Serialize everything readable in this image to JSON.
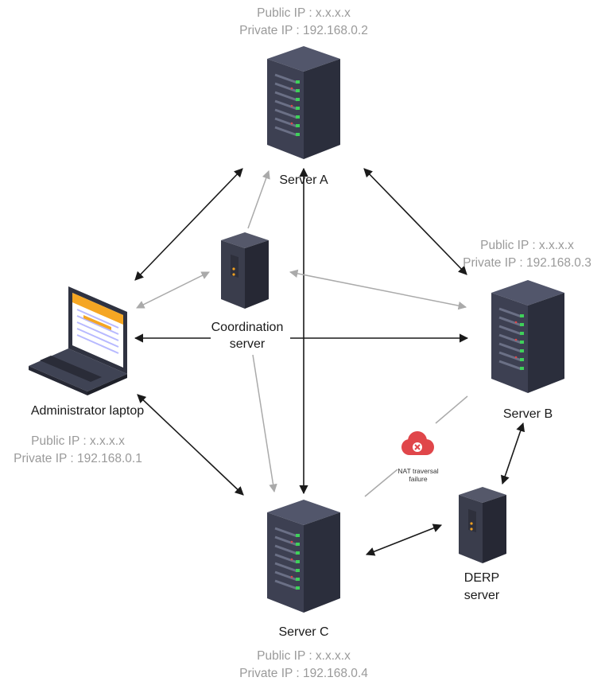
{
  "nodes": {
    "server_a": {
      "name": "Server A",
      "public_ip": "Public IP : x.x.x.x",
      "private_ip": "Private IP : 192.168.0.2"
    },
    "server_b": {
      "name": "Server B",
      "public_ip": "Public IP : x.x.x.x",
      "private_ip": "Private IP : 192.168.0.3"
    },
    "server_c": {
      "name": "Server C",
      "public_ip": "Public IP : x.x.x.x",
      "private_ip": "Private IP : 192.168.0.4"
    },
    "laptop": {
      "name": "Administrator laptop",
      "public_ip": "Public IP : x.x.x.x",
      "private_ip": "Private IP : 192.168.0.1"
    },
    "coordination": {
      "name_line1": "Coordination",
      "name_line2": "server"
    },
    "derp": {
      "name_line1": "DERP",
      "name_line2": "server"
    }
  },
  "failure": {
    "line1": "NAT traversal",
    "line2": "failure",
    "icon": "cloud-error-icon"
  },
  "colors": {
    "direct_link": "#1a1a1a",
    "coordination_link": "#aaaaaa",
    "failure": "#e0464a",
    "rack_body": "#3a3d4f",
    "led_green": "#3fd05a"
  }
}
